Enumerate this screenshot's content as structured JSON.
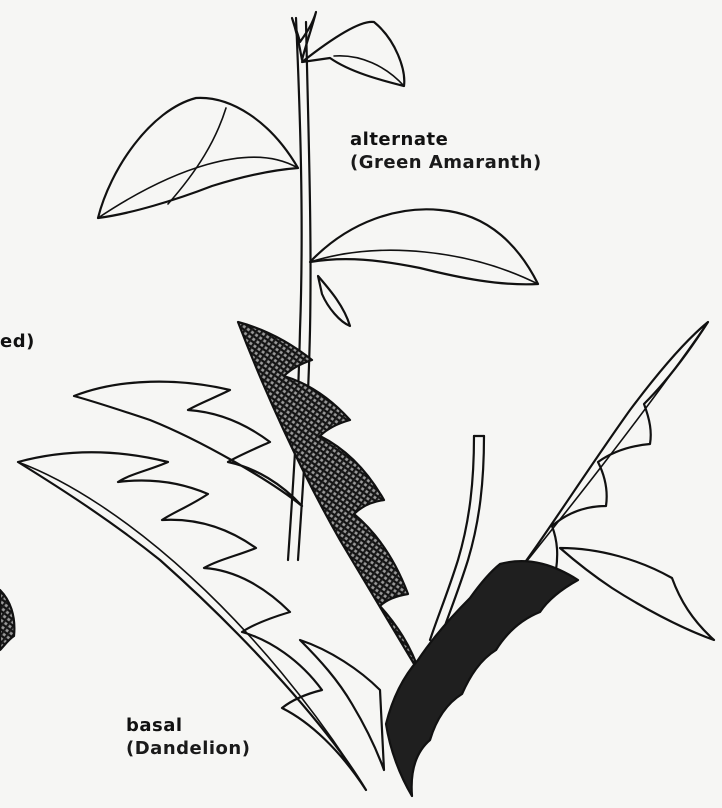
{
  "labels": {
    "alternate": {
      "term": "alternate",
      "example": "(Green Amaranth)"
    },
    "basal": {
      "term": "basal",
      "example": "(Dandelion)"
    },
    "cut_left": {
      "text": "ed)"
    }
  },
  "colors": {
    "ink": "#111111",
    "paper": "#f6f6f4",
    "shade": "#2a2a2a"
  }
}
